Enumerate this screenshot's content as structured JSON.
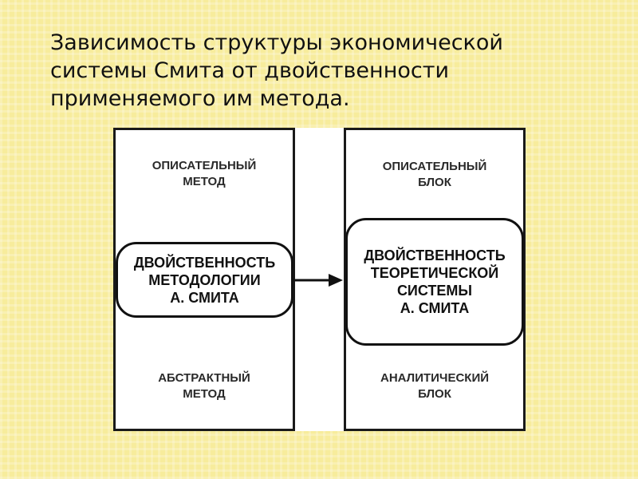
{
  "title": {
    "lines": [
      "Зависимость структуры экономической",
      "системы Смита от двойственности",
      "применяемого им метода."
    ]
  },
  "diagram": {
    "left_panel": {
      "top_label": [
        "ОПИСАТЕЛЬНЫЙ",
        "МЕТОД"
      ],
      "center": [
        "ДВОЙСТВЕННОСТЬ",
        "МЕТОДОЛОГИИ",
        "А. СМИТА"
      ],
      "bottom_label": [
        "АБСТРАКТНЫЙ",
        "МЕТОД"
      ]
    },
    "right_panel": {
      "top_label": [
        "ОПИСАТЕЛЬНЫЙ",
        "БЛОК"
      ],
      "center": [
        "ДВОЙСТВЕННОСТЬ",
        "ТЕОРЕТИЧЕСКОЙ",
        "СИСТЕМЫ",
        "А. СМИТА"
      ],
      "bottom_label": [
        "АНАЛИТИЧЕСКИЙ",
        "БЛОК"
      ]
    },
    "arrow_icon": "right-arrow-icon",
    "colors": {
      "background": "#f7ec9c",
      "stroke": "#111111",
      "box_fill": "#ffffff"
    }
  }
}
